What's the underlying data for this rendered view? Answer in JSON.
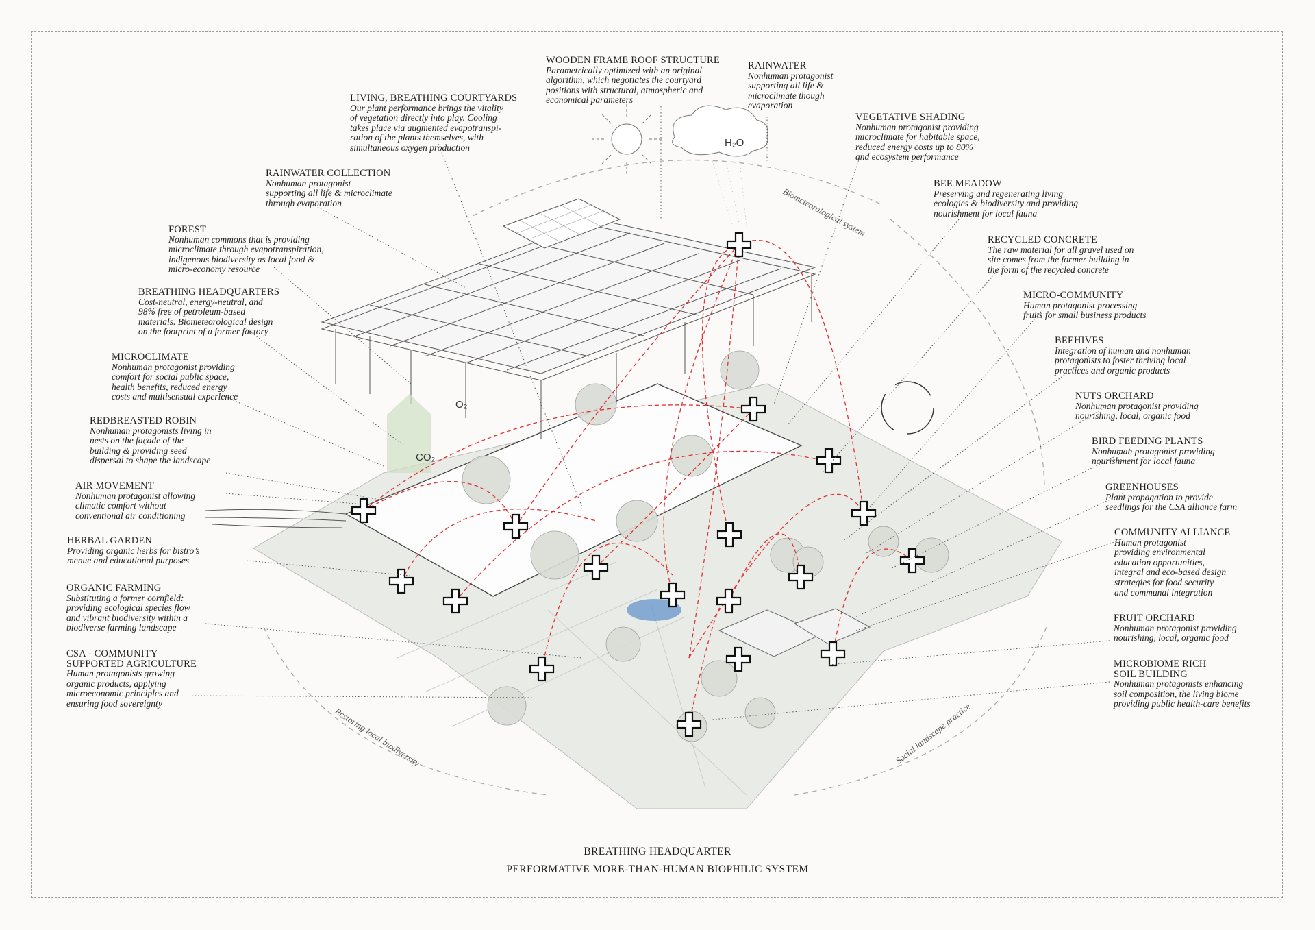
{
  "title": {
    "line1": "BREATHING HEADQUARTER",
    "line2": "PERFORMATIVE MORE-THAN-HUMAN BIOPHILIC SYSTEM"
  },
  "cycles": {
    "top": "Biometeorological system",
    "left": "Restoring local biodiversity",
    "right": "Social landscape practice"
  },
  "symbols": {
    "water": "H₂O",
    "oxygen": "O₂",
    "carbon": "CO₂"
  },
  "labels": [
    {
      "heading": "WOODEN FRAME ROOF STRUCTURE",
      "text": "Parametrically optimized with an original\nalgorithm, which negotiates the courtyard\npositions with structural, atmospheric and\neconomical parameters"
    },
    {
      "heading": "RAINWATER",
      "text": "Nonhuman protagonist\nsupporting all life &\nmicroclimate though\nevaporation"
    },
    {
      "heading": "LIVING, BREATHING COURTYARDS",
      "text": "Our plant performance brings the vitality\nof vegetation directly into play. Cooling\ntakes place via augmented evapotranspi-\nration of the plants themselves, with\nsimultaneous oxygen production"
    },
    {
      "heading": "VEGETATIVE SHADING",
      "text": "Nonhuman protagonist providing\nmicroclimate for habitable space,\nreduced energy costs up to 80%\nand ecosystem performance"
    },
    {
      "heading": "RAINWATER COLLECTION",
      "text": "Nonhuman protagonist\nsupporting all life & microclimate\nthrough evaporation"
    },
    {
      "heading": "BEE MEADOW",
      "text": "Preserving and regenerating living\necologies & biodiversity and providing\nnourishment for local fauna"
    },
    {
      "heading": "FOREST",
      "text": "Nonhuman commons that is providing\nmicroclimate through evapotranspiration,\nindigenous biodiversity as local food &\nmicro-economy resource"
    },
    {
      "heading": "RECYCLED CONCRETE",
      "text": "The raw material for all gravel used on\nsite comes from the former building in\nthe form of the recycled concrete"
    },
    {
      "heading": "BREATHING HEADQUARTERS",
      "text": "Cost-neutral, energy-neutral, and\n98% free of petroleum-based\nmaterials. Biometeorological design\non the footprint of a former factory"
    },
    {
      "heading": "MICRO-COMMUNITY",
      "text": "Human protagonist processing\nfruits for small business products"
    },
    {
      "heading": "BEEHIVES",
      "text": "Integration of human and nonhuman\nprotagonists to foster thriving local\npractices and organic products"
    },
    {
      "heading": "MICROCLIMATE",
      "text": "Nonhuman protagonist providing\ncomfort for social public space,\nhealth benefits, reduced energy\ncosts and multisensual experience"
    },
    {
      "heading": "NUTS ORCHARD",
      "text": "Nonhuman protagonist providing\nnourishing, local, organic food"
    },
    {
      "heading": "REDBREASTED ROBIN",
      "text": "Nonhuman protagonists living in\nnests on the façade of the\nbuilding & providing seed\ndispersal to shape the landscape"
    },
    {
      "heading": "BIRD FEEDING PLANTS",
      "text": "Nonhuman protagonist providing\nnourishment for local fauna"
    },
    {
      "heading": "AIR MOVEMENT",
      "text": "Nonhuman protagonist allowing\nclimatic comfort without\nconventional air conditioning"
    },
    {
      "heading": "GREENHOUSES",
      "text": "Plant propagation to provide\nseedlings for the CSA alliance farm"
    },
    {
      "heading": "HERBAL GARDEN",
      "text": "Providing organic herbs for bistro’s\nmenue and educational purposes"
    },
    {
      "heading": "COMMUNITY ALLIANCE",
      "text": "Human protagonist\nproviding environmental\neducation opportunities,\nintegral and eco-based design\nstrategies for food security\nand communal integration"
    },
    {
      "heading": "ORGANIC FARMING",
      "text": "Substituting a former cornfield:\nproviding ecological species flow\nand vibrant biodiversity within a\nbiodiverse farming landscape"
    },
    {
      "heading": "FRUIT ORCHARD",
      "text": "Nonhuman protagonist providing\nnourishing, local, organic food"
    },
    {
      "heading": "CSA - COMMUNITY\nSUPPORTED AGRICULTURE",
      "text": "Human protagonists growing\norganic products, applying\nmicroeconomic principles and\nensuring food sovereignty"
    },
    {
      "heading": "MICROBIOME RICH\nSOIL BUILDING",
      "text": "Nonhuman protagonists enhancing\nsoil composition, the living biome\nproviding public health-care benefits"
    }
  ]
}
